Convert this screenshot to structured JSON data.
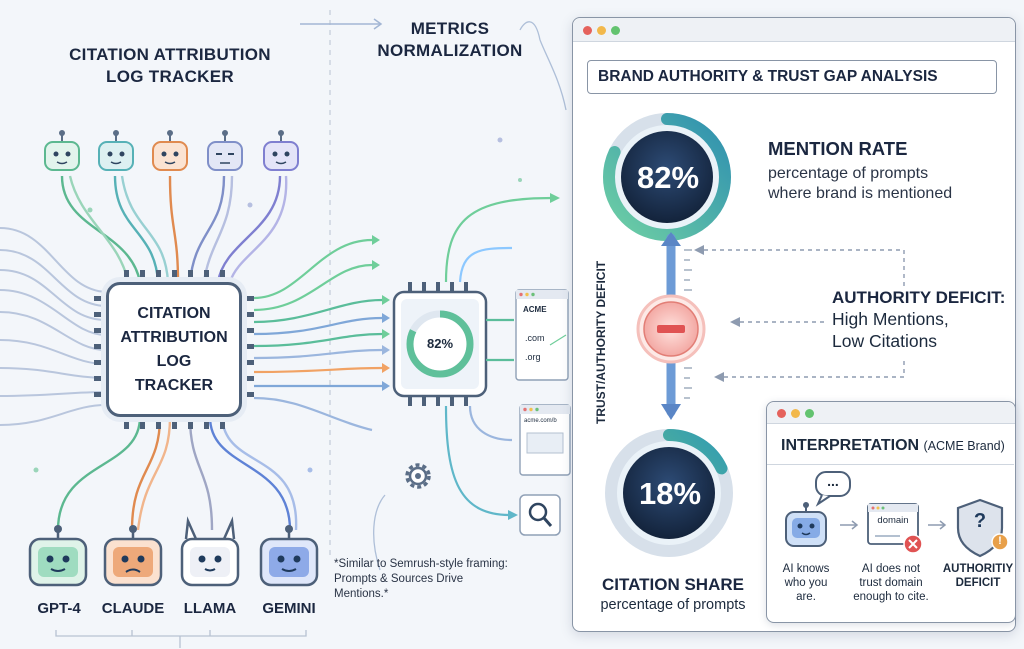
{
  "header": {
    "left_title_line1": "CITATION ATTRIBUTION",
    "left_title_line2": "LOG TRACKER",
    "mid_title_line1": "METRICS",
    "mid_title_line2": "NORMALIZATION"
  },
  "hub": {
    "label": "CITATION\nATTRIBUTION\nLOG\nTRACKER"
  },
  "models": [
    {
      "label": "GPT-4",
      "color": "#5cb890"
    },
    {
      "label": "CLAUDE",
      "color": "#e08a4f"
    },
    {
      "label": "LLAMA",
      "color": "#9fa6c4"
    },
    {
      "label": "GEMINI",
      "color": "#5e82d6"
    }
  ],
  "top_bot_colors": [
    "#5cb890",
    "#56b1b6",
    "#e08a4f",
    "#7f8fc8",
    "#7f7fd0"
  ],
  "footnote": "*Similar to Semrush-style framing: Prompts & Sources Drive Mentions.*",
  "normalizer": {
    "value": "82%",
    "card1": {
      "title": "ACME",
      "line1": ".com",
      "line2": ".org"
    },
    "card2": {
      "title": "acme.com/b"
    }
  },
  "panel": {
    "title": "BRAND AUTHORITY & TRUST GAP ANALYSIS",
    "mention": {
      "value": "82%",
      "fraction": 0.82,
      "heading": "MENTION RATE",
      "sub_line1": "percentage of prompts",
      "sub_line2": "where brand is mentioned"
    },
    "citation": {
      "value": "18%",
      "fraction": 0.18,
      "heading": "CITATION SHARE",
      "sub": "percentage of prompts"
    },
    "axis_label": "TRUST/AUTHORITY DEFICIT",
    "deficit": {
      "heading": "AUTHORITY DEFICIT:",
      "line1": "High Mentions,",
      "line2": "Low Citations"
    }
  },
  "interpretation": {
    "title": "INTERPRETATION",
    "title_suffix": "(ACME Brand)",
    "chat_bubble": "...",
    "domain_label": "domain",
    "shield_mark": "?",
    "step1_line1": "AI knows",
    "step1_line2": "who you",
    "step1_line3": "are.",
    "step2_line1": "AI does not",
    "step2_line2": "trust domain",
    "step2_line3": "enough to cite.",
    "step3_line1": "AUTHORITIY",
    "step3_line2": "DEFICIT"
  },
  "colors": {
    "teal": "#4fb3a0",
    "navy": "#1f3a5c",
    "blue": "#6d9bd6",
    "red": "#e05353",
    "green": "#64c08a"
  }
}
